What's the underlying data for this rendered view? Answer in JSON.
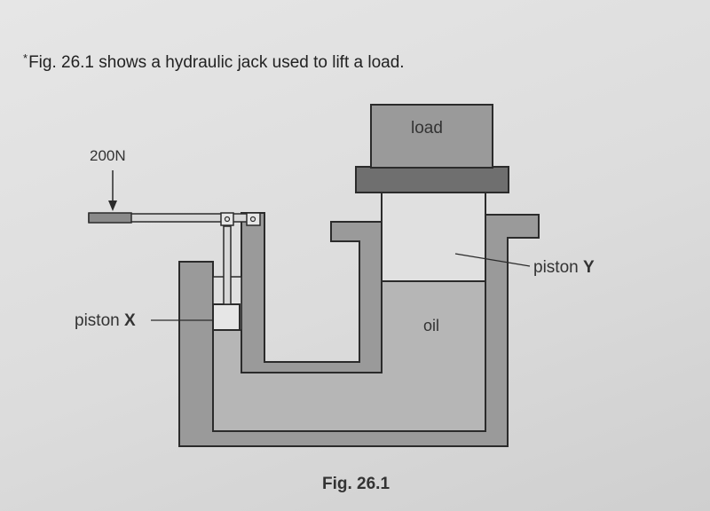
{
  "question": {
    "marker": "*",
    "text": "Fig. 26.1 shows a hydraulic jack used to lift a load."
  },
  "diagram": {
    "force_label": "200N",
    "load_label": "load",
    "oil_label": "oil",
    "piston_x": {
      "prefix": "piston ",
      "letter": "X"
    },
    "piston_y": {
      "prefix": "piston ",
      "letter": "Y"
    },
    "caption": "Fig. 26.1"
  },
  "colors": {
    "fill_gray": "#9a9a9a",
    "oil_gray": "#b6b6b6",
    "outline": "#2b2b2b",
    "background": "#dedede"
  }
}
